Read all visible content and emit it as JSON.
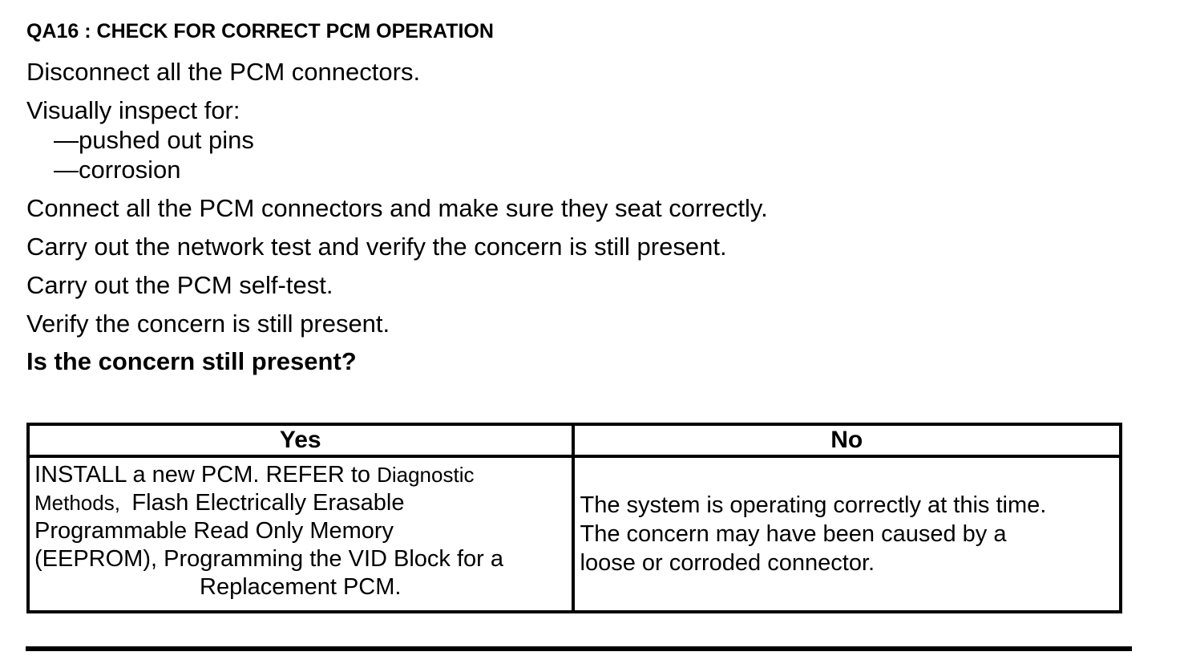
{
  "procedure": {
    "heading": "QA16 : CHECK FOR CORRECT PCM OPERATION",
    "steps": [
      "Disconnect all the PCM connectors.",
      "Visually inspect for:",
      "—pushed out pins",
      "—corrosion",
      "Connect all the PCM connectors and make sure they seat correctly.",
      "Carry out the network test and verify the concern is still present.",
      "Carry out the PCM self-test.",
      "Verify the concern is still present."
    ],
    "question": "Is the concern still present?"
  },
  "decision_table": {
    "yes": {
      "header": "Yes",
      "line1_normal": "INSTALL a new PCM. REFER to ",
      "line1_small": "Diagnostic",
      "line2_small": "Methods,  ",
      "line2_normal": "Flash Electrically Erasable",
      "line3": "Programmable Read Only Memory",
      "line4": "(EEPROM), Programming the VID Block for a",
      "line5": "Replacement PCM."
    },
    "no": {
      "header": "No",
      "line1": "The system is operating correctly at this time.",
      "line2": "The concern may have been caused by a",
      "line3": "loose or corroded connector."
    }
  },
  "colors": {
    "text": "#000000",
    "background": "#ffffff",
    "border": "#000000"
  }
}
